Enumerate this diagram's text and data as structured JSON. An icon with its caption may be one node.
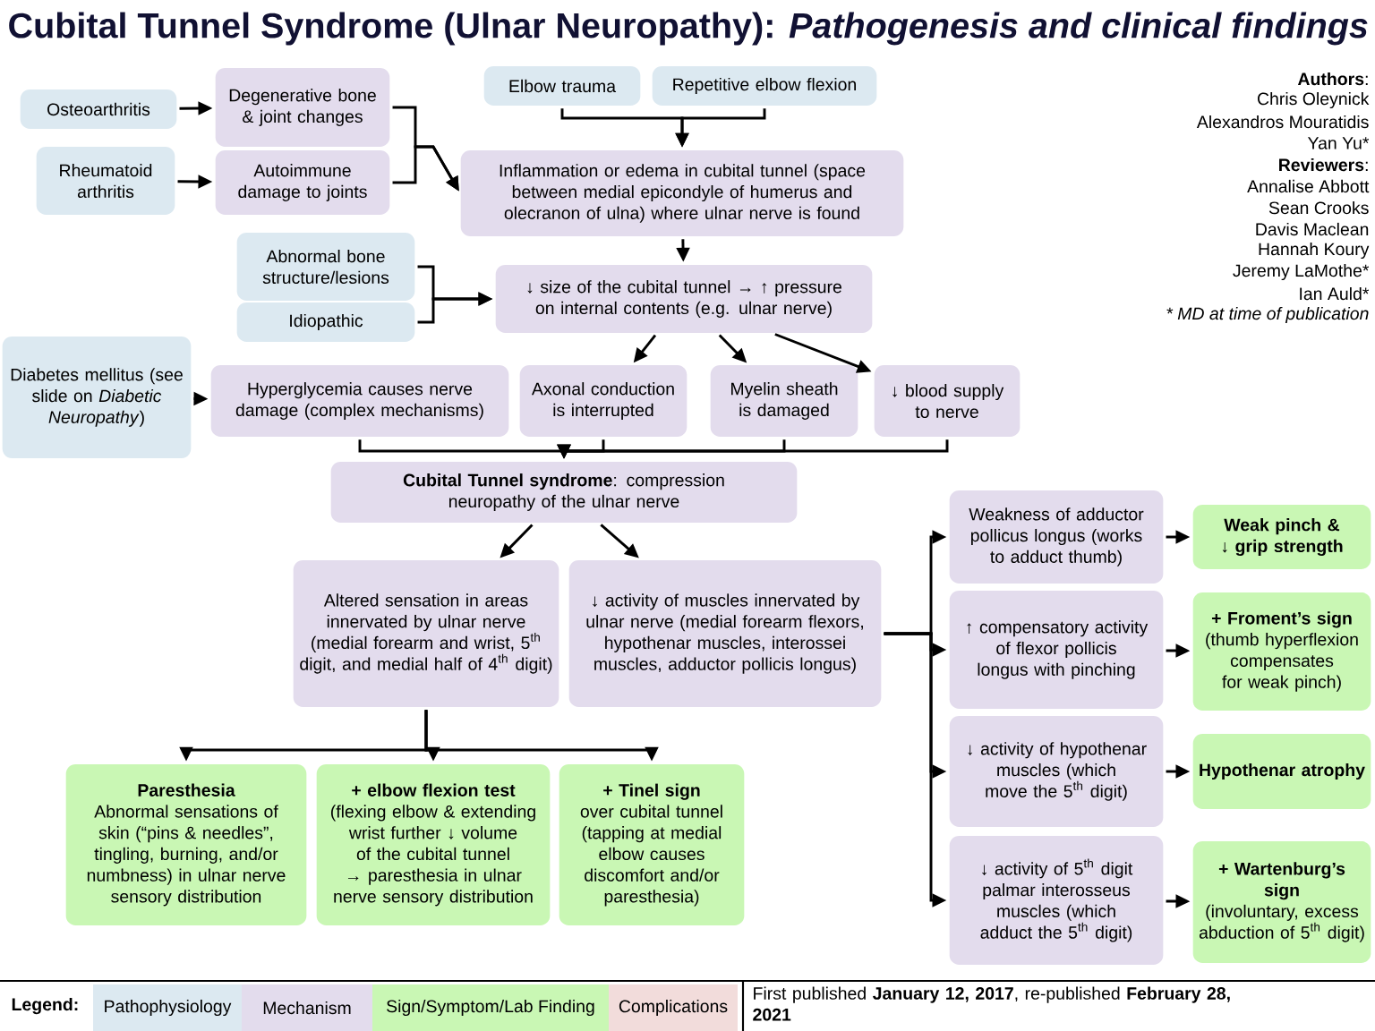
{
  "diagram": {
    "title": "Cubital Tunnel Syndrome (Ulnar Neuropathy): *Pathogenesis and clinical findings*",
    "nodes": [
      {
        "text": [
          "Osteoarthritis"
        ]
      },
      {
        "text": [
          "Degenerative bone & joint changes"
        ]
      },
      {
        "text": [
          "Rheumatoid arthritis"
        ]
      },
      {
        "text": [
          "Autoimmune damage to joints"
        ]
      },
      {
        "text": [
          "Elbow trauma"
        ]
      },
      {
        "text": [
          "Repetitive elbow flexion"
        ]
      },
      {
        "text": [
          "Inflammation or edema in cubital tunnel (space between medial epicondyle of humerus and olecranon of ulna) where ulnar nerve is found"
        ]
      },
      {
        "text": [
          "Abnormal bone structure/lesions"
        ]
      },
      {
        "text": [
          "Idiopathic"
        ]
      },
      {
        "text": [
          "↓ size of the cubital tunnel → ↑ pressure on internal contents (e.g. ulnar nerve)"
        ]
      },
      {
        "text": [
          "Diabetes mellitus (see slide on *Diabetic Neuropathy*)"
        ]
      },
      {
        "text": [
          "Hyperglycemia causes nerve damage (complex mechanisms)"
        ]
      },
      {
        "text": [
          "Axonal conduction is interrupted"
        ]
      },
      {
        "text": [
          "Myelin sheath is damaged"
        ]
      },
      {
        "text": [
          "↓ blood supply to nerve"
        ]
      },
      {
        "text": [
          "**Cubital Tunnel syndrome**: compression neuropathy of the ulnar nerve"
        ]
      },
      {
        "text": [
          "Altered sensation in areas innervated by ulnar nerve (medial forearm and wrist, 5$^{th}$ digit, and medial half of 4$^{th}$ digit)"
        ]
      },
      {
        "text": [
          "↓ activity of muscles innervated by ulnar nerve (medial forearm flexors, hypothenar muscles, interossei muscles, adductor pollicis longus)"
        ]
      },
      {
        "text": [
          "Paresthesia",
          "Abnormal sensations of skin (“pins & needles”, tingling, burning, and/or numbness) in ulnar nerve sensory distribution"
        ]
      },
      {
        "text": [
          "+ elbow flexion test",
          "(flexing elbow & extending wrist further ↓ volume of the cubital tunnel → paresthesia in ulnar nerve sensory distribution"
        ]
      },
      {
        "text": [
          "+ Tinel sign",
          "over cubital tunnel (tapping at medial elbow causes discomfort and/or paresthesia)"
        ]
      },
      {
        "text": [
          "Weakness of adductor pollicus longus (works to adduct thumb)"
        ]
      },
      {
        "text": [
          "Weak pinch & ↓ grip strength"
        ]
      },
      {
        "text": [
          "↑ compensatory activity of flexor pollicis longus with pinching"
        ]
      },
      {
        "text": [
          "+ Froment’s sign",
          "(thumb hyperflexion compensates for weak pinch)"
        ]
      },
      {
        "text": [
          "↓ activity of hypothenar muscles (which move the 5$^{th}$ digit)"
        ]
      },
      {
        "text": [
          "Hypothenar atrophy"
        ]
      },
      {
        "text": [
          "↓ activity of 5$^{th}$ digit palmar interosseus muscles (which adduct the 5$^{th}$ digit)"
        ]
      },
      {
        "text": [
          "+ Wartenburg’s sign",
          "(involuntary, excess abduction of 5$^{th}$ digit)"
        ]
      }
    ],
    "edges": [
      {
        "from": 0,
        "to": 1,
        "arrow": "to"
      },
      {
        "from": 2,
        "to": 3,
        "arrow": "to"
      },
      {
        "from": 1,
        "to": 6,
        "arrow": "to"
      },
      {
        "from": 3,
        "to": 6,
        "arrow": "to"
      },
      {
        "from": 4,
        "to": 6,
        "arrow": "to"
      },
      {
        "from": 5,
        "to": 6,
        "arrow": "to"
      },
      {
        "from": 6,
        "to": 9,
        "arrow": "to"
      },
      {
        "from": 7,
        "to": 9,
        "arrow": "to"
      },
      {
        "from": 8,
        "to": 9,
        "arrow": "to"
      },
      {
        "from": 9,
        "to": 12,
        "arrow": "to"
      },
      {
        "from": 9,
        "to": 13,
        "arrow": "to"
      },
      {
        "from": 9,
        "to": 14,
        "arrow": "to"
      },
      {
        "from": 10,
        "to": 11,
        "arrow": "to"
      },
      {
        "from": 11,
        "to": 15,
        "arrow": "to"
      },
      {
        "from": 12,
        "to": 15,
        "arrow": "to"
      },
      {
        "from": 13,
        "to": 15,
        "arrow": "to"
      },
      {
        "from": 14,
        "to": 15,
        "arrow": "to"
      },
      {
        "from": 15,
        "to": 16,
        "arrow": "to"
      },
      {
        "from": 15,
        "to": 17,
        "arrow": "to"
      },
      {
        "from": 16,
        "to": 18,
        "arrow": "to"
      },
      {
        "from": 16,
        "to": 19,
        "arrow": "to"
      },
      {
        "from": 16,
        "to": 20,
        "arrow": "to"
      },
      {
        "from": 17,
        "to": 21,
        "arrow": "to"
      },
      {
        "from": 17,
        "to": 23,
        "arrow": "to"
      },
      {
        "from": 17,
        "to": 25,
        "arrow": "to"
      },
      {
        "from": 17,
        "to": 27,
        "arrow": "to"
      },
      {
        "from": 21,
        "to": 22,
        "arrow": "to"
      },
      {
        "from": 23,
        "to": 24,
        "arrow": "to"
      },
      {
        "from": 25,
        "to": 26,
        "arrow": "to"
      },
      {
        "from": 27,
        "to": 28,
        "arrow": "to"
      }
    ],
    "labels": [
      "**Authors**:",
      "Chris Oleynick",
      "Alexandros Mouratidis",
      "Yan Yu*",
      "**Reviewers**:",
      "Annalise Abbott",
      "Sean Crooks",
      "Davis Maclean",
      "Hannah Koury",
      "Jeremy LaMothe*",
      "Ian Auld*",
      "* MD at time of publication",
      "Legend:",
      "First published **January 12, 2017**, re-published **February 28, 2021**"
    ],
    "legend": [
      {
        "text": "Pathophysiology",
        "color": "#dce9f1"
      },
      {
        "text": "Mechanism",
        "color": "#e3dced"
      },
      {
        "text": "Sign/Symptom/Lab Finding",
        "color": "#c9f7b4"
      },
      {
        "text": "Complications",
        "color": "#f2dcdb"
      }
    ]
  }
}
